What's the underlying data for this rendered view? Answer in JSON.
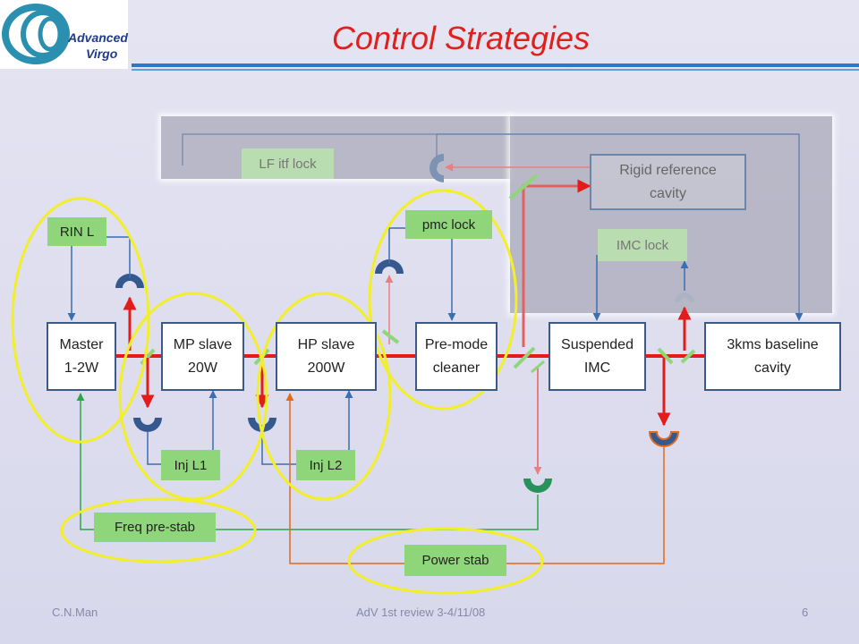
{
  "header": {
    "title": "Control Strategies",
    "logo_line1": "Advanced",
    "logo_line2": "Virgo"
  },
  "boxes": {
    "master": [
      "Master",
      "1-2W"
    ],
    "mp_slave": [
      "MP slave",
      "20W"
    ],
    "hp_slave": [
      "HP slave",
      "200W"
    ],
    "pmc": [
      "Pre-mode",
      "cleaner"
    ],
    "imc": [
      "Suspended",
      "IMC"
    ],
    "cavity": [
      "3kms baseline",
      "cavity"
    ],
    "ref_cavity": [
      "Rigid reference",
      "cavity"
    ]
  },
  "loops": {
    "rin": "RIN  L",
    "pmc_lock": "pmc lock",
    "lf_itf": "LF itf lock",
    "imc_lock": "IMC lock",
    "inj1": "Inj L1",
    "inj2": "Inj L2",
    "freq": "Freq pre-stab",
    "power": "Power stab"
  },
  "footer": {
    "author": "C.N.Man",
    "event": "AdV 1st review 3-4/11/08",
    "page": "6"
  },
  "colors": {
    "beam": "#e41b1b",
    "signal": "#3a6fb0",
    "freq_loop": "#29a84a",
    "power_loop": "#e06b1e",
    "highlight": "#f2ef2a",
    "title": "#e0201c"
  }
}
